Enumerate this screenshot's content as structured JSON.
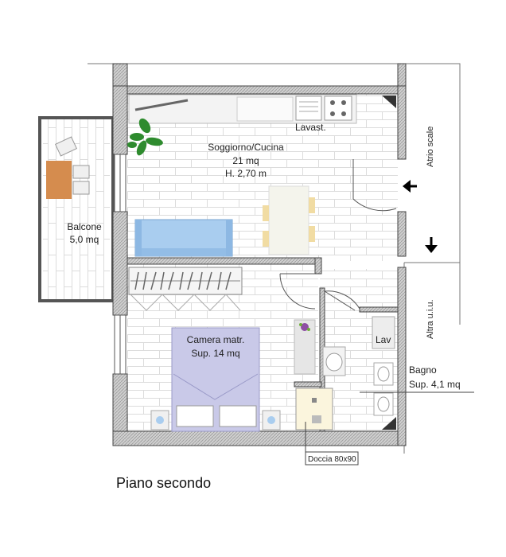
{
  "floor_title": "Piano secondo",
  "rooms": {
    "living": {
      "name": "Soggiorno/Cucina",
      "area": "21 mq",
      "height": "H. 2,70 m"
    },
    "balcony": {
      "name": "Balcone",
      "area": "5,0 mq"
    },
    "bedroom": {
      "name": "Camera matr.",
      "area": "Sup. 14 mq"
    },
    "bathroom": {
      "name": "Bagno",
      "area": "Sup. 4,1 mq"
    }
  },
  "fixtures": {
    "sink_kitchen": "Lavast.",
    "washbasin": "Lav",
    "shower": "Doccia 80x90"
  },
  "external": {
    "stair_hall": "Atrio scale",
    "other_unit": "Altra u.i.u."
  },
  "colors": {
    "wall": "#4a4a4a",
    "floor_tile": "#dcdcdc",
    "sofa": "#a9cdef",
    "bed": "#c9c9e8",
    "table": "#f4f4ec",
    "balcony_table": "#d58c4e",
    "plant": "#2e8b2e"
  }
}
